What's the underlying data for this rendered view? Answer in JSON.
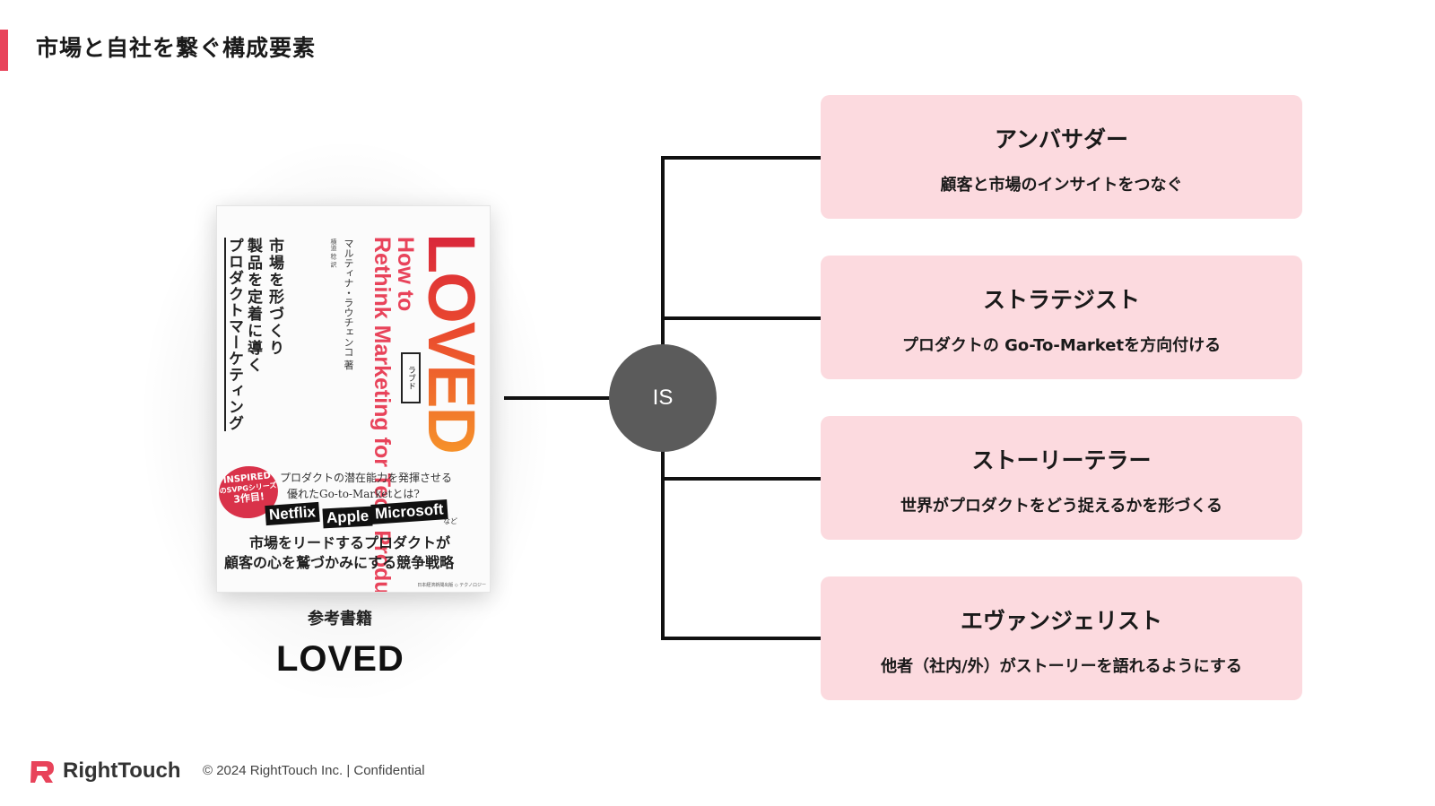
{
  "header": {
    "title": "市場と自社を繋ぐ構成要素"
  },
  "book": {
    "cover_title": "LOVED",
    "ruby": "ラブド",
    "subtitle_en_1": "How to",
    "subtitle_en_2": "Rethink Marketing for Tech Products",
    "author": "マルティナ・ラウチェンコ 著",
    "translator": "横道 稔 訳",
    "tagline_1": "市場を形づくり",
    "tagline_2": "製品を定着に導く",
    "tagline_3": "プロダクトマーケティング",
    "question_1": "プロダクトの潜在能力を発揮させる",
    "question_2": "優れたGo-to-Marketとは?",
    "badge_1": "INSPIRED",
    "badge_2": "のSVPGシリーズ",
    "badge_3": "3作目!",
    "brands": [
      "Netflix",
      "Apple",
      "Microsoft"
    ],
    "brands_suffix": "など",
    "lead_1": "市場をリードするプロダクトが",
    "lead_2": "顧客の心を鷲づかみにする競争戦略",
    "publisher": "日本経済新聞出版 ◇ テクノロジー"
  },
  "reference": {
    "label": "参考書籍",
    "title": "LOVED"
  },
  "hub": {
    "label": "IS"
  },
  "roles": [
    {
      "title": "アンバサダー",
      "description": "顧客と市場のインサイトをつなぐ"
    },
    {
      "title": "ストラテジスト",
      "description": "プロダクトの Go-To-Marketを方向付ける"
    },
    {
      "title": "ストーリーテラー",
      "description": "世界がプロダクトをどう捉えるかを形づくる"
    },
    {
      "title": "エヴァンジェリスト",
      "description": "他者（社内/外）がストーリーを語れるようにする"
    }
  ],
  "footer": {
    "brand": "RightTouch",
    "copyright": "© 2024 RightTouch Inc.  |  Confidential"
  },
  "colors": {
    "accent": "#e8435a",
    "card_bg": "#fcdadf",
    "hub": "#5b5b5b"
  }
}
